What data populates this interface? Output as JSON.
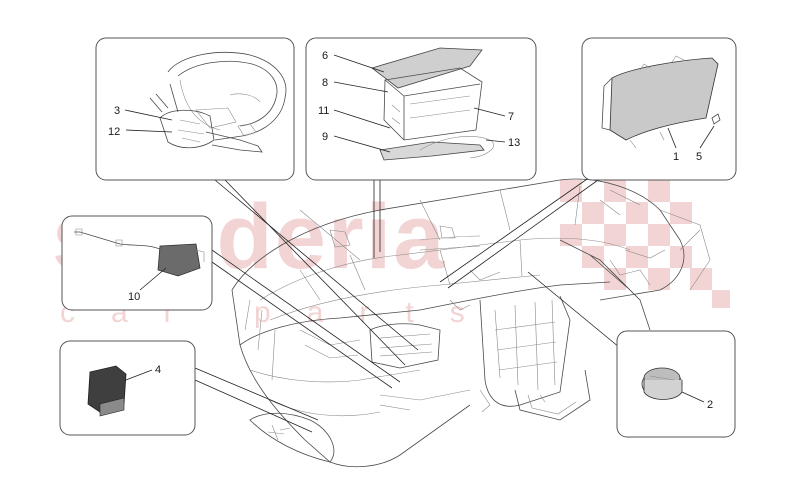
{
  "watermark": {
    "text": "scuderia",
    "subtext": "car parts",
    "color": "#f3d4d4"
  },
  "callouts": {
    "c1": "1",
    "c2": "2",
    "c3": "3",
    "c4": "4",
    "c5": "5",
    "c6": "6",
    "c7": "7",
    "c8": "8",
    "c9": "9",
    "c10": "10",
    "c11": "11",
    "c12": "12",
    "c13": "13"
  }
}
